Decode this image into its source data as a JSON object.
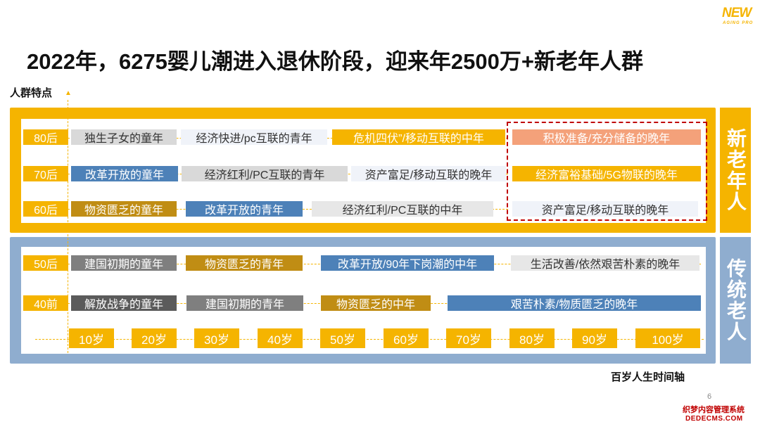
{
  "logo": {
    "main": "NEW",
    "sub": "AGING PRO"
  },
  "title": "2022年，6275婴儿潮进入退休阶段，迎来年2500万+新老年人群",
  "y_axis_label": "人群特点",
  "x_axis_label": "百岁人生时间轴",
  "page_number": "6",
  "watermark": {
    "line1": "织梦内容管理系统",
    "line2": "DEDECMS.COM"
  },
  "groups": {
    "new": {
      "label": "新老年人",
      "color": "#f5b400"
    },
    "traditional": {
      "label": "传统老人",
      "color": "#8fadcf"
    }
  },
  "rows": [
    {
      "generation": "80后",
      "stages": [
        "独生子女的童年",
        "经济快进/pc互联的青年",
        "危机四伏”/移动互联的中年",
        "积极准备/充分储备的晚年"
      ]
    },
    {
      "generation": "70后",
      "stages": [
        "改革开放的童年",
        "经济红利/PC互联的青年",
        "资产富足/移动互联的晚年",
        "经济富裕基础/5G物联的晚年"
      ]
    },
    {
      "generation": "60后",
      "stages": [
        "物资匮乏的童年",
        "改革开放的青年",
        "经济红利/PC互联的中年",
        "资产富足/移动互联的晚年"
      ]
    },
    {
      "generation": "50后",
      "stages": [
        "建国初期的童年",
        "物资匮乏的青年",
        "改革开放/90年下岗潮的中年",
        "生活改善/依然艰苦朴素的晚年"
      ]
    },
    {
      "generation": "40前",
      "stages": [
        "解放战争的童年",
        "建国初期的青年",
        "物资匮乏的中年",
        "艰苦朴素/物质匮乏的晚年"
      ]
    }
  ],
  "timeline": [
    "10岁",
    "20岁",
    "30岁",
    "40岁",
    "50岁",
    "60岁",
    "70岁",
    "80岁",
    "90岁",
    "100岁"
  ]
}
